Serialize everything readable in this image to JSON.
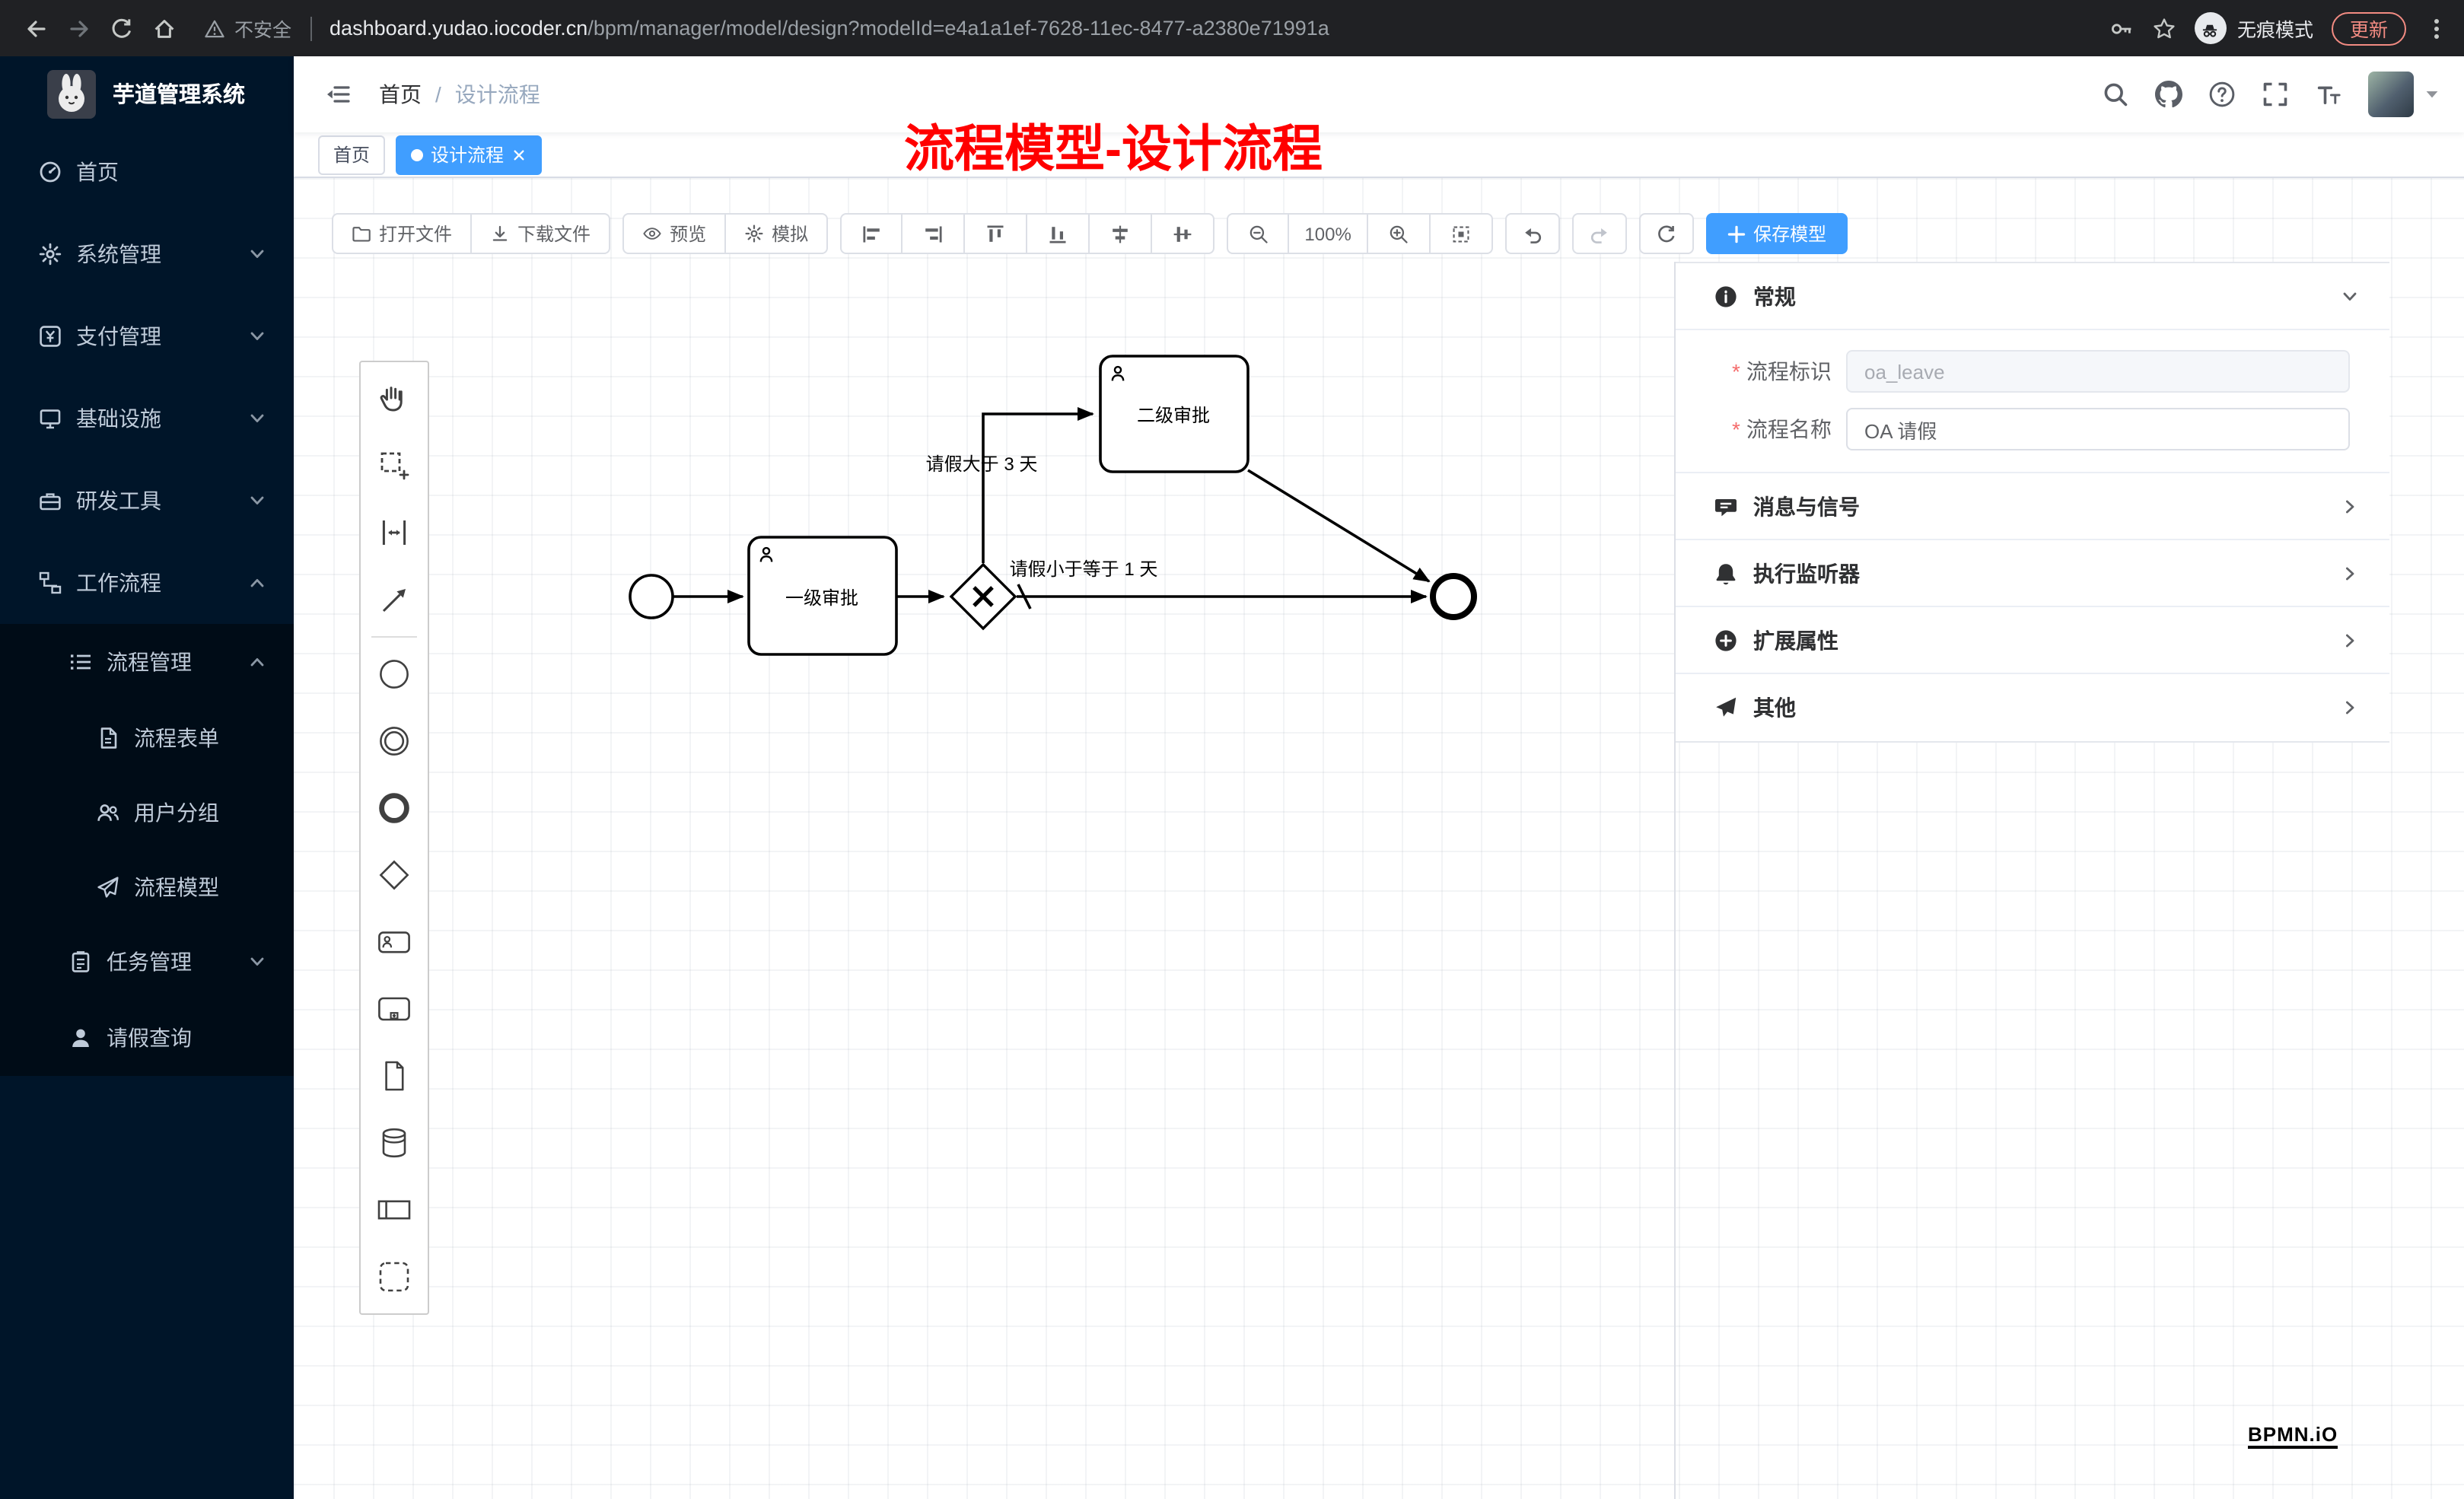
{
  "browser": {
    "security_label": "不安全",
    "url_host": "dashboard.yudao.iocoder.cn",
    "url_path": "/bpm/manager/model/design?modelId=e4a1a1ef-7628-11ec-8477-a2380e71991a",
    "incognito_label": "无痕模式",
    "update_label": "更新"
  },
  "sidebar": {
    "app_title": "芋道管理系统",
    "items": {
      "home": "首页",
      "system": "系统管理",
      "payment": "支付管理",
      "infra": "基础设施",
      "devtools": "研发工具",
      "workflow": "工作流程",
      "process_mgmt": "流程管理",
      "process_form": "流程表单",
      "user_group": "用户分组",
      "process_model": "流程模型",
      "task_mgmt": "任务管理",
      "leave_query": "请假查询"
    }
  },
  "header": {
    "breadcrumb_home": "首页",
    "breadcrumb_separator": "/",
    "breadcrumb_current": "设计流程"
  },
  "tabs": {
    "home": "首页",
    "active": "设计流程"
  },
  "annotation": "流程模型-设计流程",
  "toolbar": {
    "open_file": "打开文件",
    "download_file": "下载文件",
    "preview": "预览",
    "simulate": "模拟",
    "zoom_level": "100%",
    "save_model": "保存模型"
  },
  "diagram": {
    "task1": "一级审批",
    "task2": "二级审批",
    "flow_gt3": "请假大于 3 天",
    "flow_le1": "请假小于等于 1 天"
  },
  "panel": {
    "section_general": "常规",
    "field_key_label": "流程标识",
    "field_key_value": "oa_leave",
    "field_name_label": "流程名称",
    "field_name_value": "OA 请假",
    "section_message": "消息与信号",
    "section_listener": "执行监听器",
    "section_ext": "扩展属性",
    "section_other": "其他"
  },
  "watermark": "BPMN.iO",
  "colors": {
    "accent_blue": "#409eff",
    "annotation_red": "#ff0000",
    "sidebar_bg": "#001529",
    "sidebar_sub_bg": "#000c17"
  }
}
